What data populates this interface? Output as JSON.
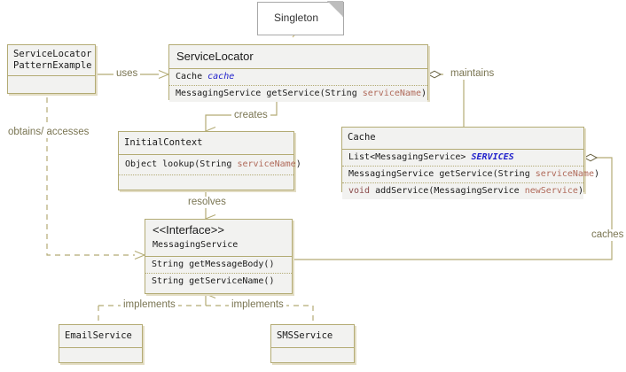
{
  "diagram": {
    "title": "Service Locator Pattern UML class diagram",
    "colors": {
      "class_border": "#b3ab74",
      "class_fill": "#f2f2f0",
      "shadow": "#e3ddc4",
      "edge": "#b3ab74",
      "label_text": "#7a7552",
      "note_border": "#a8a8a8",
      "note_fold": "#bdbdbd",
      "field_token": "#2222cc",
      "param_token": "#b06a5a",
      "keyword_token": "#8a4a4a"
    }
  },
  "note": {
    "text": "Singleton"
  },
  "classes": {
    "example": {
      "name_lines": [
        "ServiceLocator",
        "PatternExample"
      ],
      "line1": "ServiceLocator",
      "line2": "PatternExample"
    },
    "service_locator": {
      "name": "ServiceLocator",
      "fields": [
        {
          "type": "Cache",
          "name": "cache"
        }
      ],
      "methods": [
        {
          "ret": "MessagingService",
          "sig": "getService(String",
          "param": "serviceName",
          "close": ")"
        }
      ]
    },
    "initial_context": {
      "name": "InitialContext",
      "methods": [
        {
          "ret": "Object",
          "sig": "lookup(String",
          "param": "serviceName",
          "close": ")"
        }
      ]
    },
    "cache": {
      "name": "Cache",
      "fields": [
        {
          "type": "List<MessagingService>",
          "name": "SERVICES"
        }
      ],
      "methods": [
        {
          "ret": "MessagingService",
          "sig": "getService(String",
          "param": "serviceName",
          "close": ")"
        },
        {
          "ret": "void",
          "sig": "addService(MessagingService",
          "param": "newService",
          "close": ")"
        }
      ]
    },
    "messaging_service": {
      "stereotype": "<<Interface>>",
      "name": "MessagingService",
      "methods": [
        {
          "text": "String getMessageBody()"
        },
        {
          "text": "String getServiceName()"
        }
      ]
    },
    "email_service": {
      "name": "EmailService"
    },
    "sms_service": {
      "name": "SMSService"
    }
  },
  "edges": {
    "uses": "uses",
    "maintains": "maintains",
    "creates": "creates",
    "resolves": "resolves",
    "caches": "caches",
    "obtains_accesses": "obtains/ accesses",
    "implements_email": "implements",
    "implements_sms": "implements"
  }
}
